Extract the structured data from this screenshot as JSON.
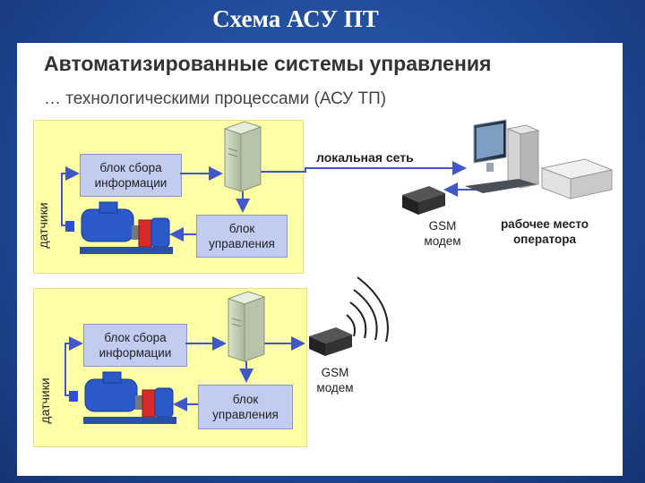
{
  "slide_title": "Схема АСУ ПТ",
  "heading": "Автоматизированные системы управления",
  "subheading": "… технологическими процессами (АСУ ТП)",
  "top_system": {
    "sensors_label": "датчики",
    "collector_label": "блок сбора информации",
    "control_label": "блок управления",
    "network_label": "локальная сеть",
    "gsm_label": "GSM модем",
    "operator_label": "рабочее место оператора"
  },
  "bottom_system": {
    "sensors_label": "датчики",
    "collector_label": "блок сбора информации",
    "control_label": "блок управления",
    "gsm_label": "GSM модем"
  },
  "colors": {
    "background": "#1f4a97",
    "zone": "#ffffa6",
    "box": "#c2ccf0",
    "arrow": "#3f57c9"
  }
}
